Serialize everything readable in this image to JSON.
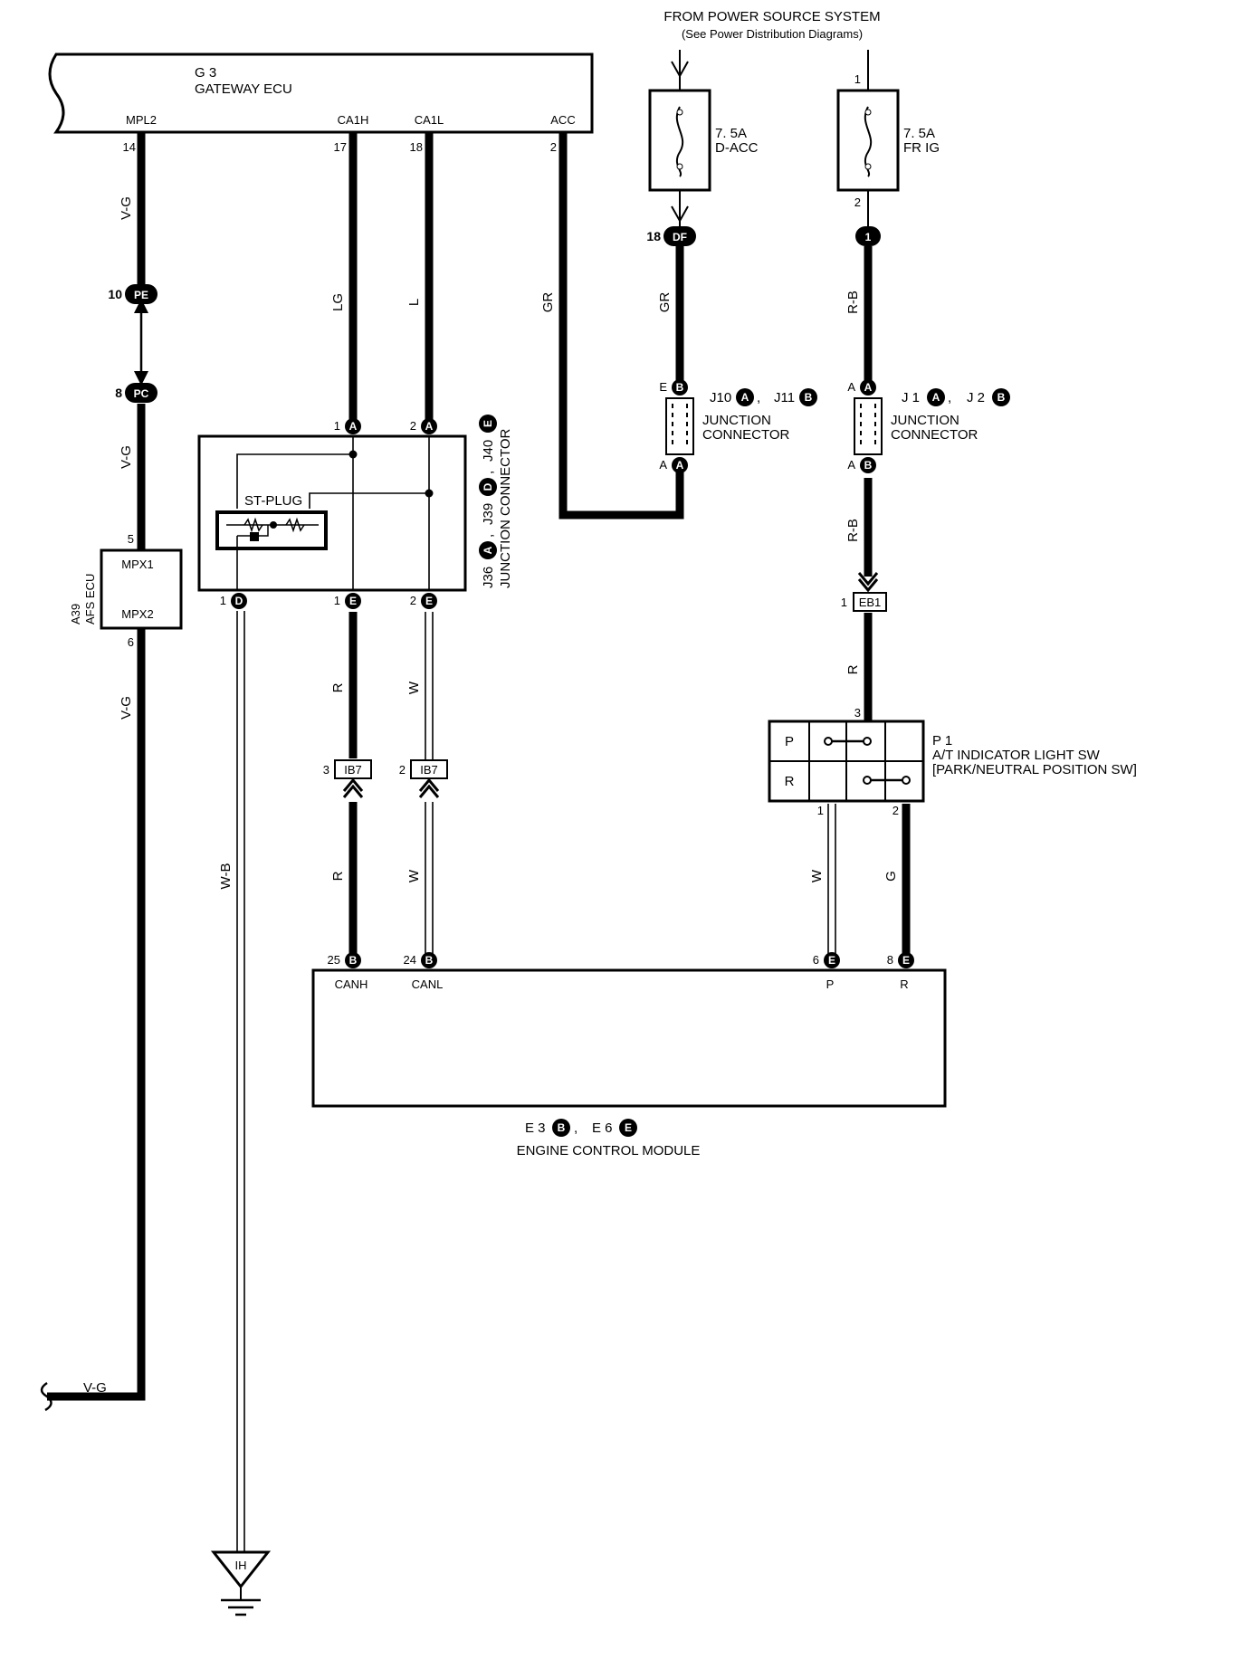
{
  "power_source": {
    "title": "FROM POWER SOURCE SYSTEM",
    "note": "(See Power Distribution Diagrams)"
  },
  "gateway_ecu": {
    "code": "G 3",
    "name": "GATEWAY ECU",
    "pins": [
      {
        "label": "MPL2",
        "num": "14"
      },
      {
        "label": "CA1H",
        "num": "17"
      },
      {
        "label": "CA1L",
        "num": "18"
      },
      {
        "label": "ACC",
        "num": "2"
      }
    ]
  },
  "fuses": [
    {
      "rating": "7. 5A",
      "name": "D-ACC"
    },
    {
      "rating": "7. 5A",
      "name": "FR IG",
      "pin_in": "1",
      "pin_out": "2"
    }
  ],
  "connectors": {
    "pe": {
      "num": "10",
      "code": "PE"
    },
    "pc": {
      "num": "8",
      "code": "PC"
    },
    "df": {
      "num": "18",
      "code": "DF"
    },
    "one": {
      "code": "1"
    },
    "eb1": {
      "num": "1",
      "code": "EB1"
    },
    "ib7_r": {
      "num": "3",
      "code": "IB7"
    },
    "ib7_w": {
      "num": "2",
      "code": "IB7"
    }
  },
  "wires": {
    "vg": "V-G",
    "lg": "LG",
    "l": "L",
    "gr": "GR",
    "rb": "R-B",
    "r": "R",
    "w": "W",
    "wb": "W-B",
    "g": "G"
  },
  "junction_10_11": {
    "j10": "J10",
    "a": "A",
    "j11": "J11",
    "b": "B",
    "label1": "JUNCTION",
    "label2": "CONNECTOR",
    "pin_top": "E",
    "pin_bottom": "A"
  },
  "junction_1_2": {
    "j1": "J 1",
    "a": "A",
    "j2": "J 2",
    "b": "B",
    "label1": "JUNCTION",
    "label2": "CONNECTOR",
    "pin_top": "A",
    "pin_bottom": "A"
  },
  "junction_36": {
    "text": "J36",
    "a": "A",
    "j39": "J39",
    "d": "D",
    "j40": "J40",
    "e": "E",
    "label": "JUNCTION CONNECTOR",
    "st_plug": "ST-PLUG",
    "pins_top": [
      "1",
      "2"
    ],
    "pins_bottom": [
      "1",
      "1",
      "2"
    ]
  },
  "afs_ecu": {
    "code": "A39",
    "name": "AFS ECU",
    "pin1_num": "5",
    "pin1": "MPX1",
    "pin2": "MPX2",
    "pin2_num": "6"
  },
  "p1_switch": {
    "code": "P 1",
    "name": "A/T INDICATOR LIGHT SW",
    "sub": "[PARK/NEUTRAL POSITION SW]",
    "row_p": "P",
    "row_r": "R",
    "pin_top": "3",
    "pin_w": "1",
    "pin_g": "2"
  },
  "ecm": {
    "code1": "E 3",
    "b": "B",
    "code2": "E 6",
    "e": "E",
    "name": "ENGINE CONTROL MODULE",
    "pins": [
      {
        "num": "25",
        "label": "CANH"
      },
      {
        "num": "24",
        "label": "CANL"
      },
      {
        "num": "6",
        "label": "P"
      },
      {
        "num": "8",
        "label": "R"
      }
    ]
  },
  "ground": {
    "code": "IH"
  },
  "pin_letters": {
    "A": "A",
    "B": "B",
    "D": "D",
    "E": "E"
  }
}
